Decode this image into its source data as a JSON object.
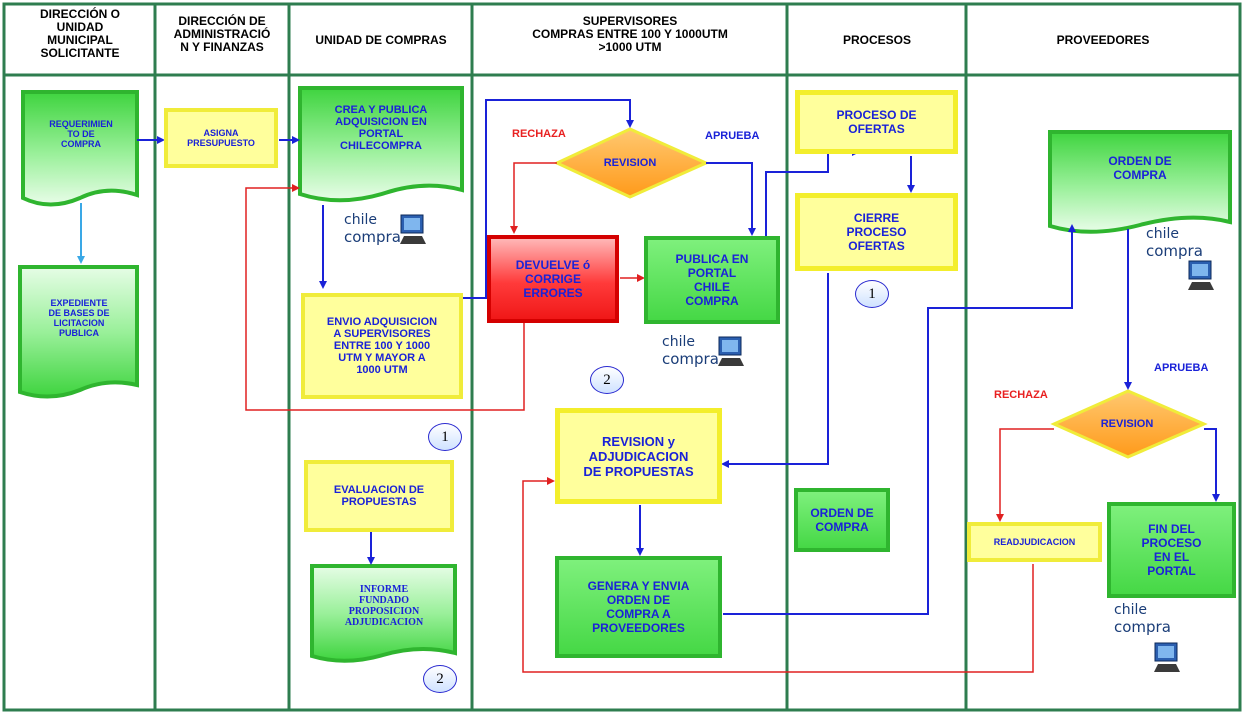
{
  "lanes": [
    {
      "key": "direccion_municipal",
      "title": "DIRECCIÓN O\nUNIDAD\nMUNICIPAL\nSOLICITANTE"
    },
    {
      "key": "administracion",
      "title": "DIRECCIÓN DE\nADMINISTRACIÓ\nN Y FINANZAS"
    },
    {
      "key": "unidad_compras",
      "title": "UNIDAD DE COMPRAS"
    },
    {
      "key": "supervisores",
      "title": "SUPERVISORES\nCOMPRAS  ENTRE 100 Y 1000UTM\n>1000 UTM"
    },
    {
      "key": "procesos",
      "title": "PROCESOS"
    },
    {
      "key": "proveedores",
      "title": "PROVEEDORES"
    }
  ],
  "nodes": {
    "requerimiento": "REQUERIMIEN\nTO  DE\nCOMPRA",
    "expediente": "EXPEDIENTE\nDE BASES DE\nLICITACION\nPUBLICA",
    "asigna": "ASIGNA\nPRESUPUESTO",
    "crea_publica": "CREA Y PUBLICA\nADQUISICION EN\nPORTAL\nCHILECOMPRA",
    "envio": "ENVIO ADQUISICION\nA SUPERVISORES\nENTRE 100 Y 1000\nUTM  Y MAYOR A\n1000 UTM",
    "evaluacion": "EVALUACION DE\nPROPUESTAS",
    "informe": "INFORME\nFUNDADO\nPROPOSICION\nADJUDICACION",
    "revision1": "REVISION",
    "devuelve": "DEVUELVE ó\nCORRIGE\nERRORES",
    "publica": "PUBLICA EN\nPORTAL\nCHILE\nCOMPRA",
    "revision_adj": "REVISION  y\nADJUDICACION\nDE PROPUESTAS",
    "genera": "GENERA Y ENVIA\nORDEN DE\nCOMPRA A\nPROVEEDORES",
    "proceso_ofertas": "PROCESO DE\nOFERTAS",
    "cierre": "CIERRE\nPROCESO\nOFERTAS",
    "orden_compra_procesos": "ORDEN DE\nCOMPRA",
    "orden_compra_prov": "ORDEN DE\nCOMPRA",
    "revision2": "REVISION",
    "readjudicacion": "READJUDICACION",
    "fin": "FIN  DEL\nPROCESO\nEN EL\nPORTAL"
  },
  "labels": {
    "rechaza": "RECHAZA",
    "aprueba": "APRUEBA"
  },
  "connectors": {
    "one": "1",
    "two": "2"
  },
  "logo": {
    "line1": "chile",
    "line2": "compra"
  },
  "colors": {
    "yellow_fill": "#ffff9c",
    "yellow_border": "#f0ec3a",
    "green_fill": "#4fdc4f",
    "green_border": "#2fb52f",
    "lane_border": "#2e7d4f",
    "arrow_blue": "#1a22d8",
    "arrow_red": "#e02020",
    "arrow_light_blue": "#3aa8e6",
    "diamond_fill": "#ffb347",
    "label_red": "#e82020",
    "label_blue": "#1a22d8"
  }
}
